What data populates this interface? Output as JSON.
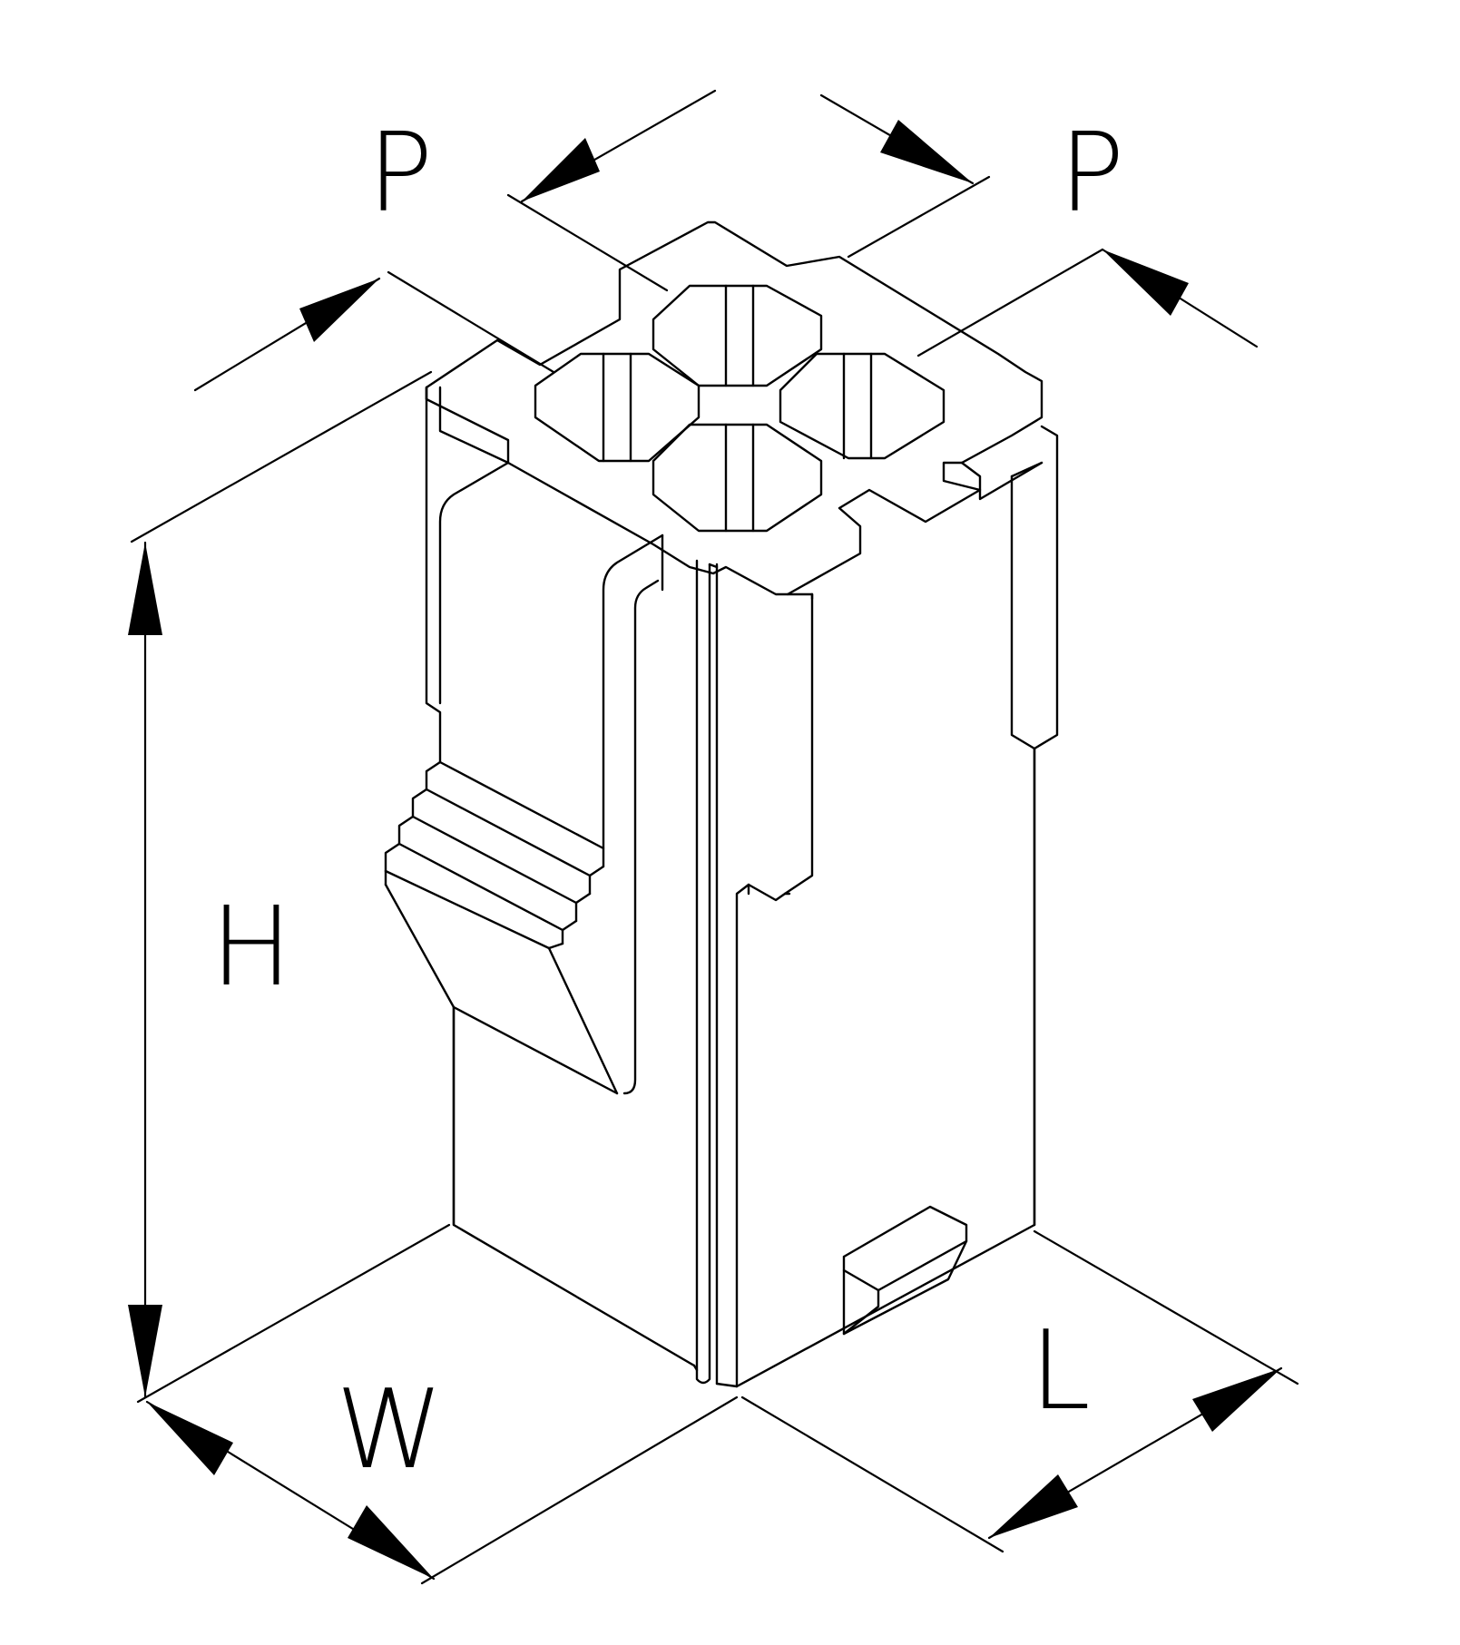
{
  "labels": {
    "pitch_left": "P",
    "pitch_right": "P",
    "height": "H",
    "width": "W",
    "length": "L"
  },
  "colors": {
    "line": "#000000",
    "background": "#ffffff"
  }
}
